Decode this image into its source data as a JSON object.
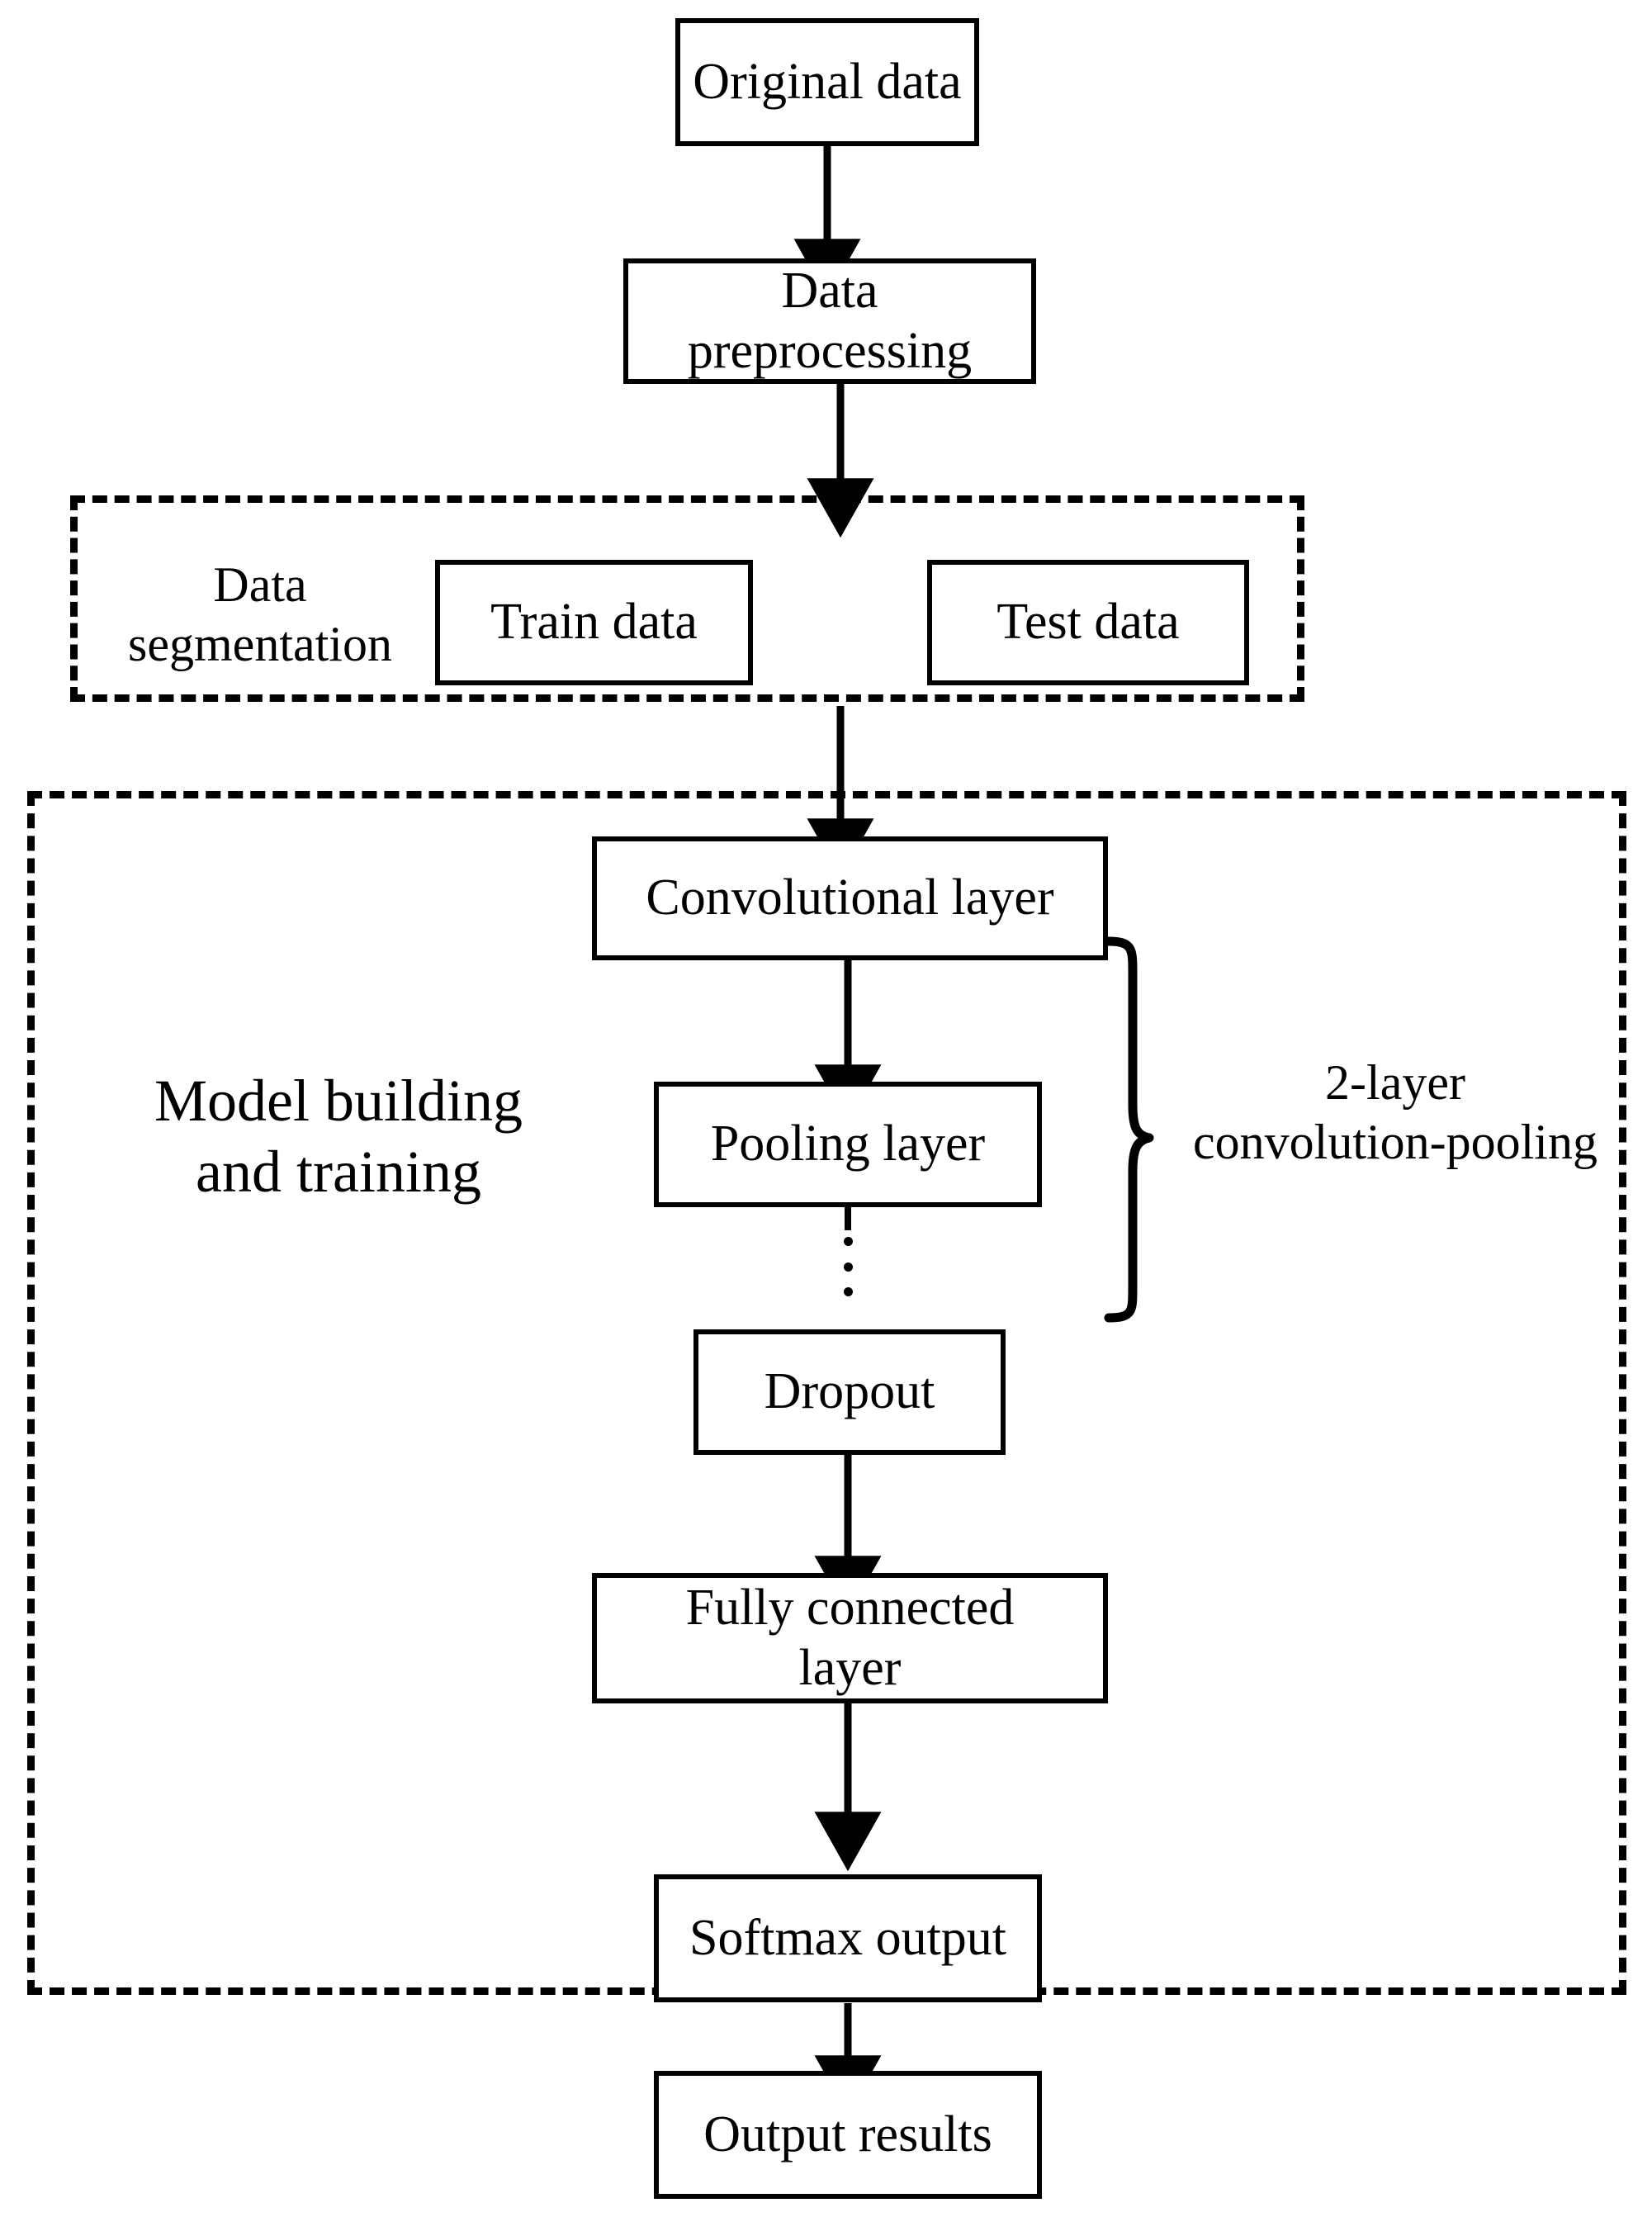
{
  "diagram": {
    "title": "CNN model workflow flowchart",
    "line_color": "#000000",
    "background_color": "#ffffff",
    "nodes": {
      "original_data": "Original data",
      "data_preprocessing": "Data\npreprocessing",
      "train_data": "Train data",
      "test_data": "Test data",
      "convolutional_layer": "Convolutional layer",
      "pooling_layer": "Pooling layer",
      "dropout": "Dropout",
      "fully_connected_layer": "Fully connected\nlayer",
      "softmax_output": "Softmax output",
      "output_results": "Output results"
    },
    "groups": {
      "data_segmentation": "Data\nsegmentation",
      "model_building": "Model building\nand training"
    },
    "annotations": {
      "brace_label": "2-layer\nconvolution-pooling",
      "ellipsis": "⋮"
    },
    "edges": [
      {
        "from": "original_data",
        "to": "data_preprocessing"
      },
      {
        "from": "data_preprocessing",
        "to": "data_segmentation"
      },
      {
        "from": "data_segmentation",
        "to": "convolutional_layer"
      },
      {
        "from": "convolutional_layer",
        "to": "pooling_layer"
      },
      {
        "from": "pooling_layer",
        "to": "dropout"
      },
      {
        "from": "dropout",
        "to": "fully_connected_layer"
      },
      {
        "from": "fully_connected_layer",
        "to": "softmax_output"
      },
      {
        "from": "softmax_output",
        "to": "output_results"
      }
    ]
  }
}
